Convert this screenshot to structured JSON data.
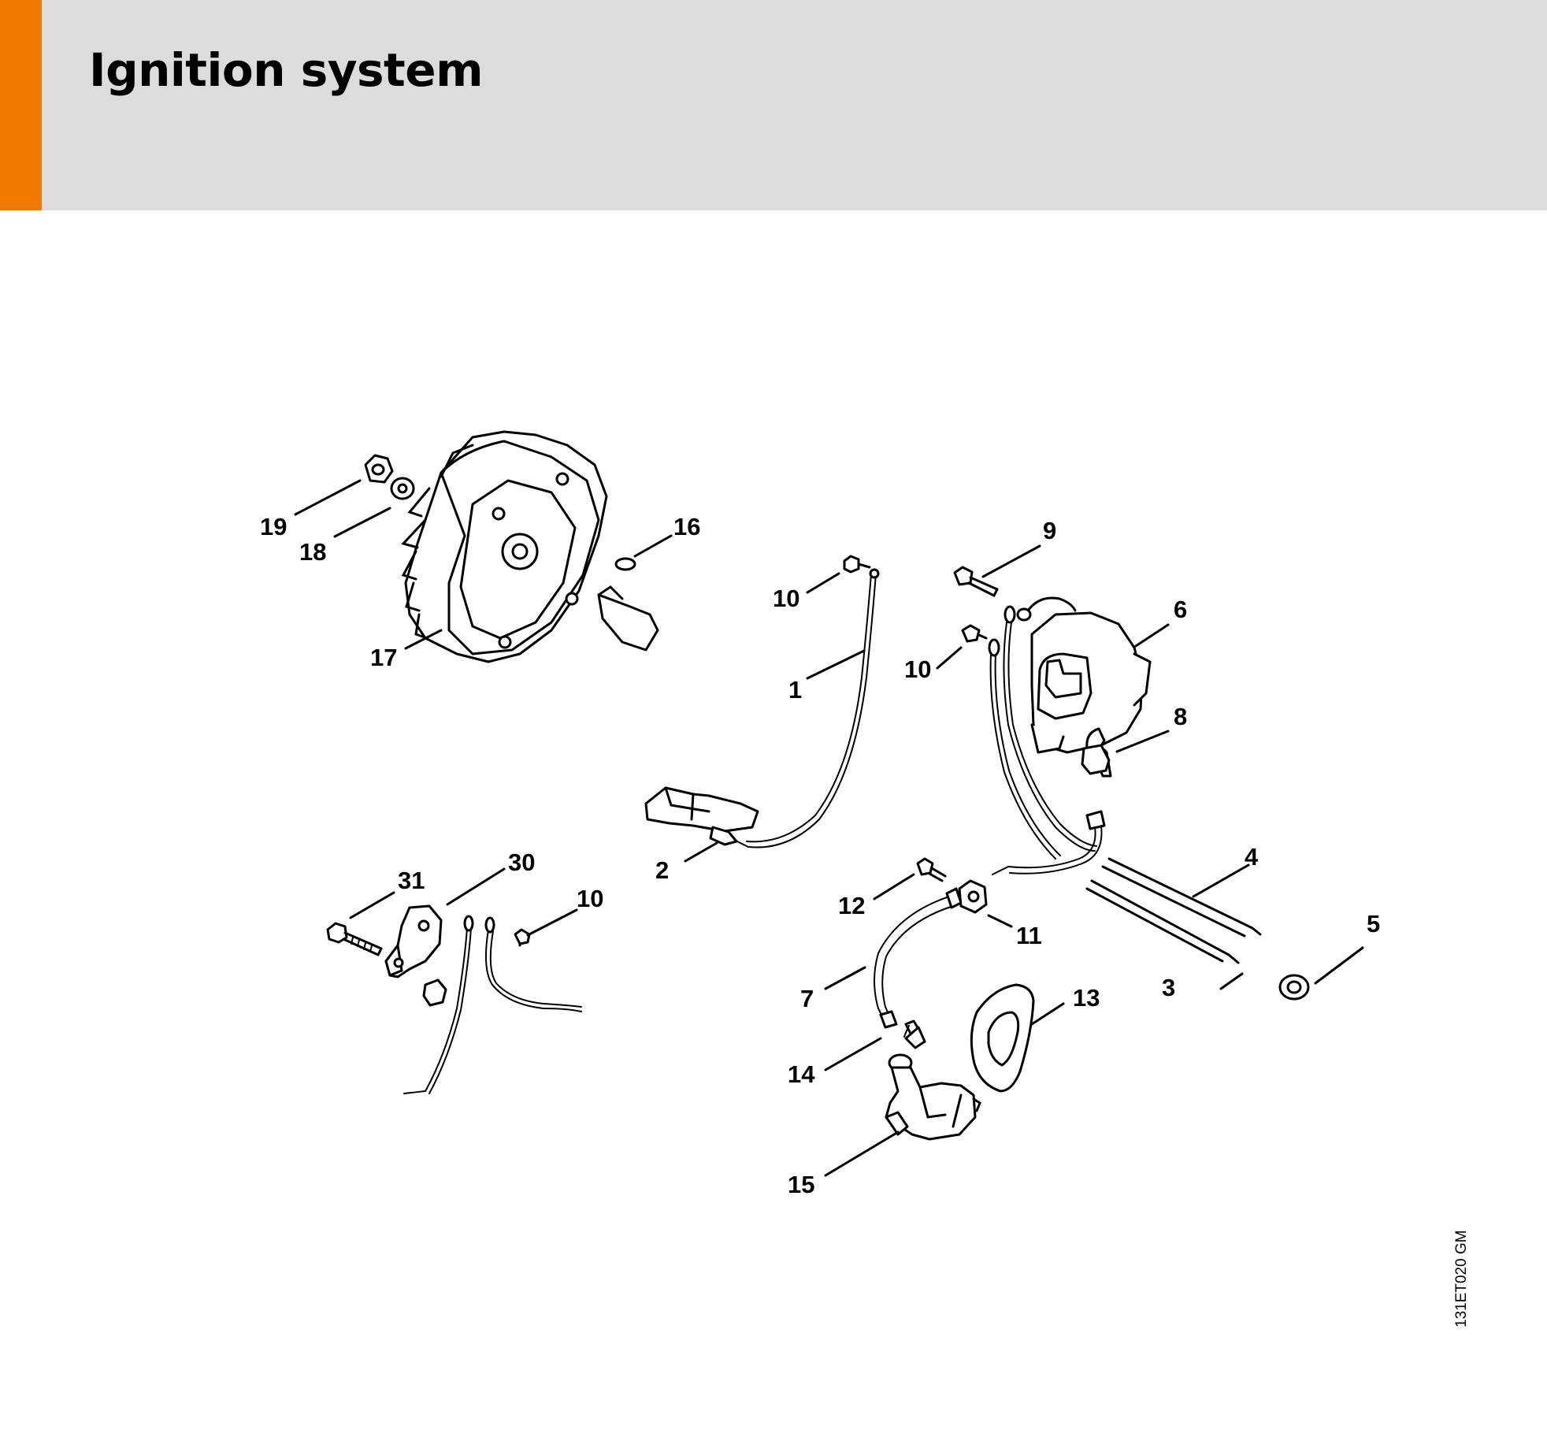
{
  "header": {
    "title": "Ignition system",
    "accent_color": "#f07800",
    "background_color": "#dcdcdc"
  },
  "callouts": {
    "c1": "1",
    "c2": "2",
    "c3": "3",
    "c4": "4",
    "c5": "5",
    "c6": "6",
    "c7": "7",
    "c8": "8",
    "c9": "9",
    "c10a": "10",
    "c10b": "10",
    "c10c": "10",
    "c11": "11",
    "c12": "12",
    "c13": "13",
    "c14": "14",
    "c15": "15",
    "c16": "16",
    "c17": "17",
    "c18": "18",
    "c19": "19",
    "c30": "30",
    "c31": "31"
  },
  "reference_code": "131ET020 GM"
}
